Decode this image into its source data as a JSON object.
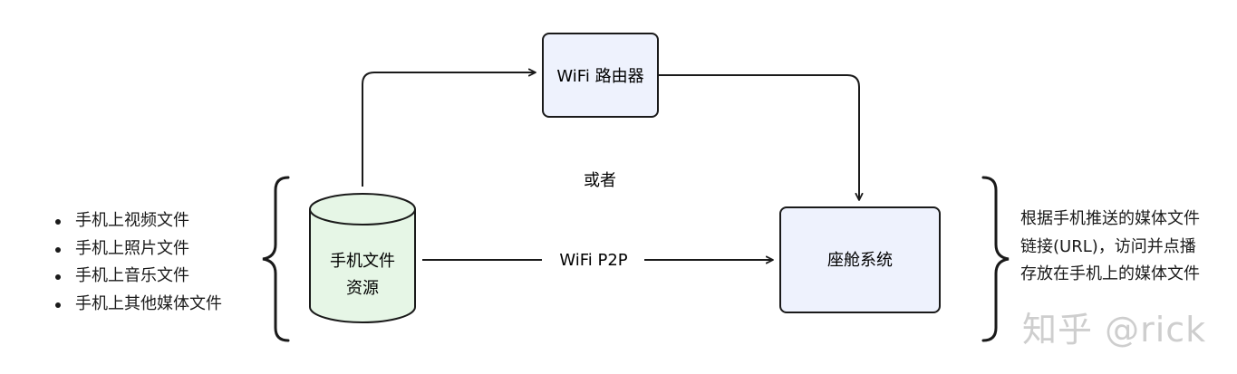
{
  "nodes": {
    "router": "WiFi 路由器",
    "source_line1": "手机文件",
    "source_line2": "资源",
    "cockpit": "座舱系统"
  },
  "edges": {
    "alternative": "或者",
    "p2p": "WiFi P2P"
  },
  "left_list": [
    "手机上视频文件",
    "手机上照片文件",
    "手机上音乐文件",
    "手机上其他媒体文件"
  ],
  "right_note": "根据手机推送的媒体文件链接(URL)，访问并点播存放在手机上的媒体文件",
  "watermark": "知乎 @rick",
  "colors": {
    "router_fill": "#eef2fd",
    "cockpit_fill": "#eef2fd",
    "source_fill": "#e6f6e6",
    "stroke": "#1a1a1a"
  }
}
